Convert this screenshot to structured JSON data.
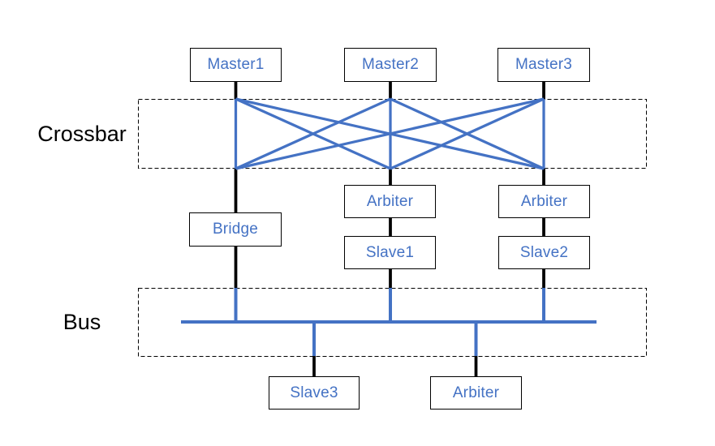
{
  "diagram": {
    "region_labels": {
      "crossbar": "Crossbar",
      "bus": "Bus"
    },
    "nodes": {
      "master1": "Master1",
      "master2": "Master2",
      "master3": "Master3",
      "arbiter_mid": "Arbiter",
      "arbiter_right": "Arbiter",
      "bridge": "Bridge",
      "slave1": "Slave1",
      "slave2": "Slave2",
      "slave3": "Slave3",
      "arbiter_bus": "Arbiter"
    },
    "colors": {
      "accent_blue": "#4472C4",
      "node_text": "#4472C4",
      "line_black": "#000000",
      "box_border": "#000000",
      "label_text": "#000000",
      "page_bg": "#FFFFFF"
    }
  }
}
